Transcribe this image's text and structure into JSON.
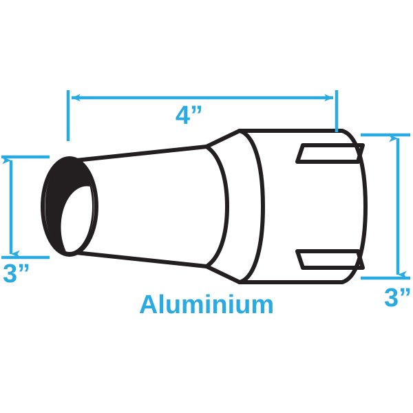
{
  "drawing": {
    "title_label": "Aluminium",
    "background_color": "#ffffff",
    "outline_color": "#231f20",
    "dimension_color": "#29abe2",
    "label_color": "#29abe2",
    "bore_shading_color": "#231f20",
    "part_description": "pipe-adapter-reducer-with-expansion-slots"
  },
  "dimensions": {
    "length": {
      "value": "4”",
      "orientation": "horizontal",
      "position": "top",
      "arrow_style": "double-headed"
    },
    "left_diameter": {
      "value": "3”",
      "orientation": "vertical",
      "position": "left",
      "arrow_style": "double-headed"
    },
    "right_diameter": {
      "value": "3”",
      "orientation": "vertical",
      "position": "right",
      "arrow_style": "double-headed"
    }
  },
  "features": {
    "left_end": "open-bore-small-tube",
    "transition": "conical-flare-step",
    "right_end": "slotted-expansion-end",
    "slot_count": 2
  }
}
